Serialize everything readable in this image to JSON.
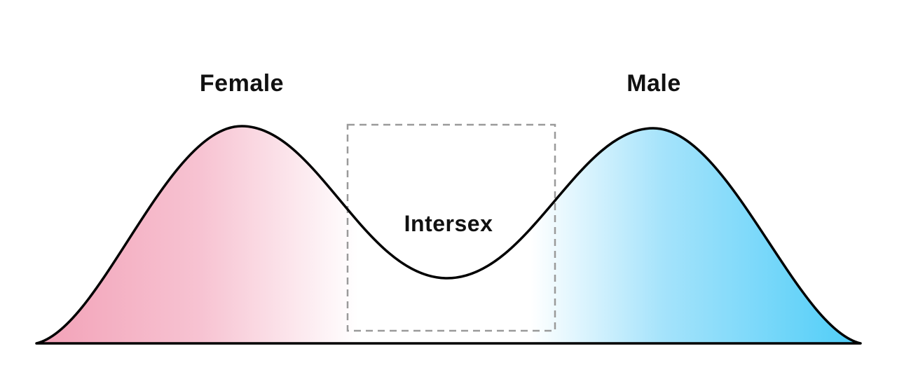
{
  "diagram": {
    "type": "bimodal-distribution",
    "labels": {
      "female": "Female",
      "male": "Male",
      "intersex": "Intersex"
    },
    "colors": {
      "female_pink": "#F2A1B7",
      "female_pink_soft": "#F7C3D2",
      "white": "#FFFFFF",
      "male_blue_soft": "#A5E3FB",
      "male_blue": "#4ECDF8",
      "curve_stroke": "#000000",
      "dashed_box": "#9A9A9A",
      "background": "#FFFFFF"
    }
  }
}
